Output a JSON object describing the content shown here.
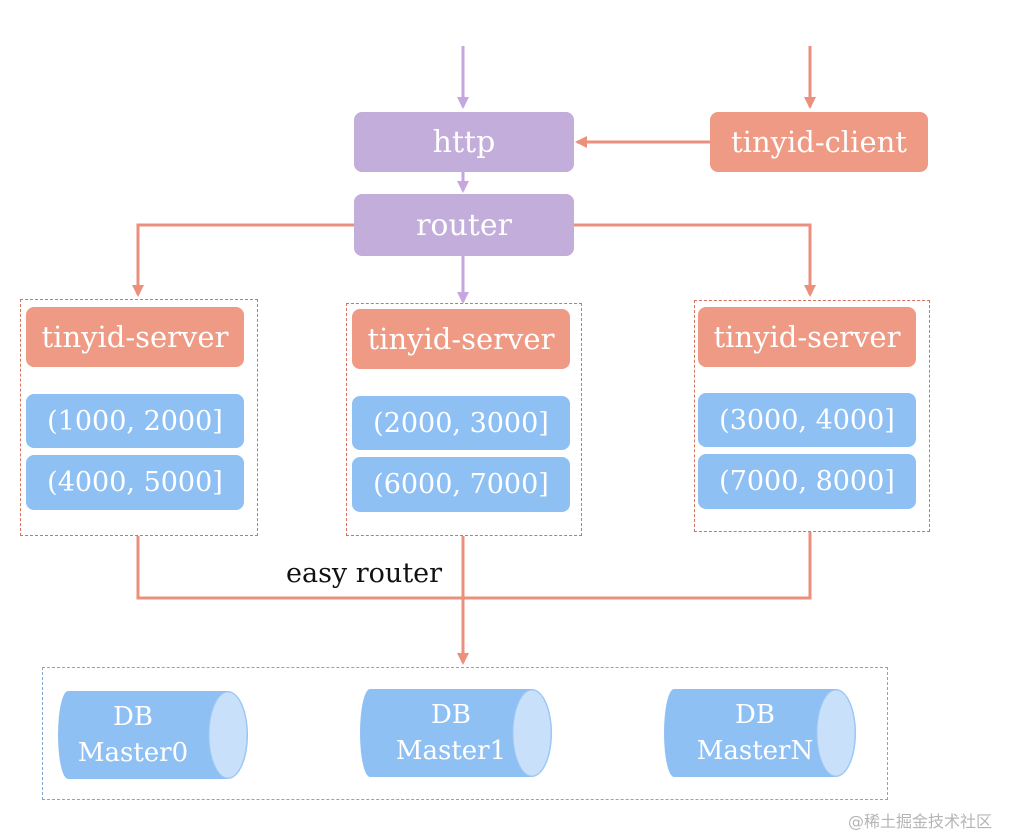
{
  "colors": {
    "purple_node": "#c3aedb",
    "salmon_node": "#ee9a84",
    "blue_node": "#8fc0f4",
    "purple_arrow": "#c5a6de",
    "salmon_arrow": "#ea907c",
    "group_border": "#d6735e",
    "db_group_border": "#7fa8cf"
  },
  "nodes": {
    "http": "http",
    "client": "tinyid-client",
    "router": "router"
  },
  "servers": [
    {
      "label": "tinyid-server",
      "ranges": [
        "(1000, 2000]",
        "(4000, 5000]"
      ]
    },
    {
      "label": "tinyid-server",
      "ranges": [
        "(2000, 3000]",
        "(6000, 7000]"
      ]
    },
    {
      "label": "tinyid-server",
      "ranges": [
        "(3000, 4000]",
        "(7000, 8000]"
      ]
    }
  ],
  "caption": "easy router",
  "databases": [
    {
      "line1": "DB",
      "line2": "Master0"
    },
    {
      "line1": "DB",
      "line2": "Master1"
    },
    {
      "line1": "DB",
      "line2": "MasterN"
    }
  ],
  "watermark": "@稀土掘金技术社区"
}
